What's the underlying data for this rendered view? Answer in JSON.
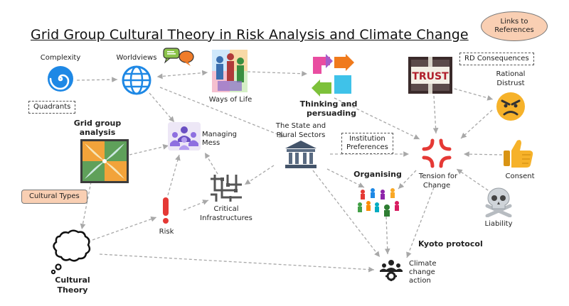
{
  "title": "Grid Group Cultural Theory in Risk Analysis and Climate Change",
  "links_button": "Links to References",
  "nodes": {
    "complexity": "Complexity",
    "worldviews": "Worldviews",
    "ways_of_life": "Ways of Life",
    "thinking_line1": "Thinking and",
    "thinking_line2": "persuading",
    "rd_consequences": "RD Consequences",
    "rational_line1": "Rational",
    "rational_line2": "Distrust",
    "quadrants": "Quadrants",
    "grid_line1": "Grid group",
    "grid_line2": "analysis",
    "managing_line1": "Managing",
    "managing_line2": "Mess",
    "state_line1": "The State and",
    "state_line2": "Plural Sectors",
    "institution_line1": "Institution",
    "institution_line2": "Preferences",
    "organising": "Organising",
    "tension_line1": "Tension for",
    "tension_line2": "Change",
    "consent": "Consent",
    "cultural_types": "Cultural Types",
    "risk": "Risk",
    "critical_line1": "Critical",
    "critical_line2": "Infrastructures",
    "liability": "Liability",
    "kyoto": "Kyoto protocol",
    "cultural_line1": "Cultural",
    "cultural_line2": "Theory",
    "climate_line1": "Climate",
    "climate_line2": "change",
    "climate_line3": "action"
  },
  "trust_sign": "TRUST",
  "colors": {
    "arrow": "#a8a8a8",
    "peach": "#f9cfb3",
    "spiral": "#1e88e5",
    "globe": "#1e88e5",
    "tension": "#e53935",
    "thumb": "#f6b22a",
    "angry": "#f6b22a",
    "risk_mark": "#e53935"
  },
  "icons": [
    "spiral-icon",
    "globe-icon",
    "speech-bubbles-icon",
    "people-puzzle-icon",
    "four-arrows-icon",
    "trust-sign-icon",
    "angry-face-icon",
    "grid-group-quadrant-icon",
    "team-icon",
    "bank-building-icon",
    "tension-anger-icon",
    "thumbs-up-icon",
    "skull-crossbones-icon",
    "exclamation-icon",
    "pipes-icon",
    "colored-people-icon",
    "thought-bubble-icon",
    "group-cog-icon"
  ]
}
